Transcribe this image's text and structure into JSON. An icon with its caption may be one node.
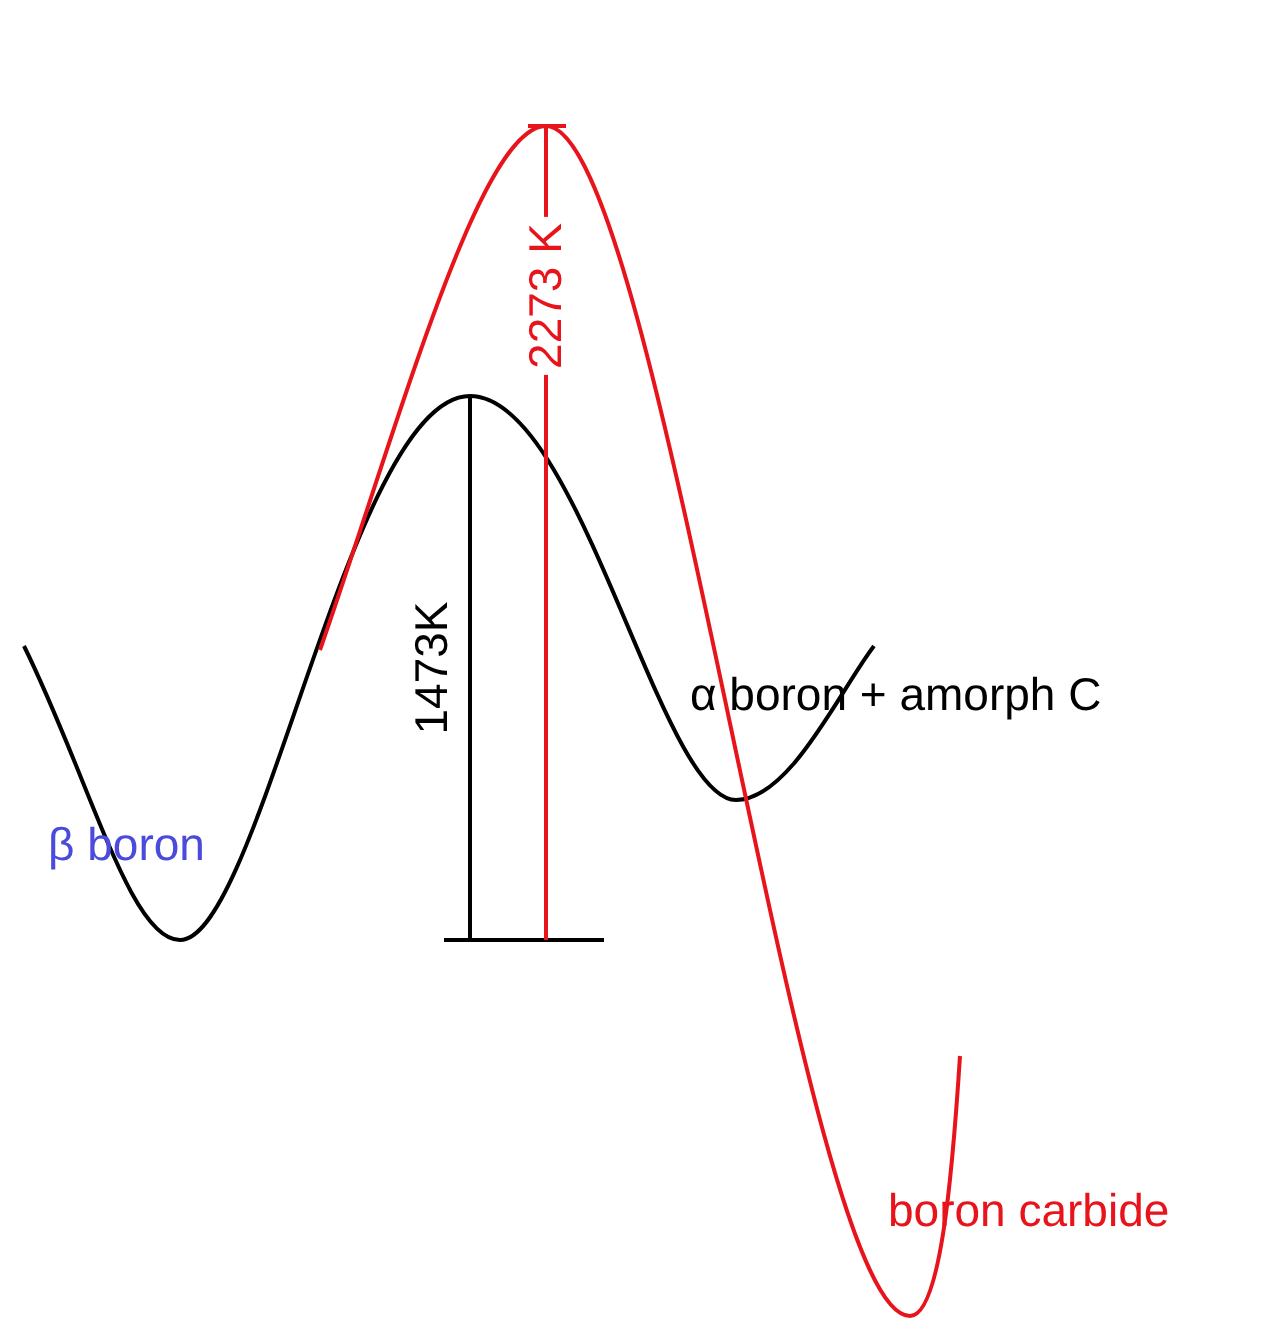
{
  "diagram": {
    "labels": [
      "2273 K",
      "1473K",
      "α boron + amorph C",
      "β boron",
      "boron carbide"
    ]
  }
}
